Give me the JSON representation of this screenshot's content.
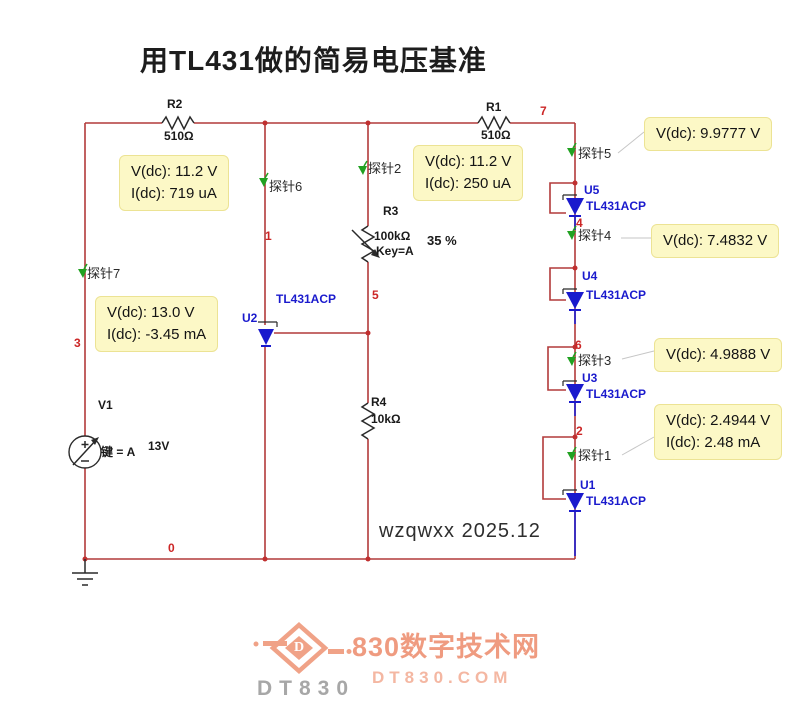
{
  "title": "用TL431做的简易电压基准",
  "signature": "wzqwxx  2025.12",
  "components": {
    "r2": {
      "ref": "R2",
      "value": "510Ω"
    },
    "r1": {
      "ref": "R1",
      "value": "510Ω"
    },
    "r3": {
      "ref": "R3",
      "value": "100kΩ",
      "key": "Key=A",
      "percent": "35 %"
    },
    "r4": {
      "ref": "R4",
      "value": "10kΩ"
    },
    "v1": {
      "ref": "V1",
      "key": "键 = A",
      "value": "13V"
    },
    "u1": {
      "ref": "U1",
      "part": "TL431ACP"
    },
    "u2": {
      "ref": "U2",
      "part": "TL431ACP"
    },
    "u3": {
      "ref": "U3",
      "part": "TL431ACP"
    },
    "u4": {
      "ref": "U4",
      "part": "TL431ACP"
    },
    "u5": {
      "ref": "U5",
      "part": "TL431ACP"
    }
  },
  "nets": {
    "n0": "0",
    "n1": "1",
    "n2": "2",
    "n3": "3",
    "n4": "4",
    "n5": "5",
    "n6": "6",
    "n7": "7"
  },
  "probes": {
    "p1": "探针1",
    "p2": "探针2",
    "p3": "探针3",
    "p4": "探针4",
    "p5": "探针5",
    "p6": "探针6",
    "p7": "探针7"
  },
  "readouts": {
    "probe6_box": {
      "line1": "V(dc): 11.2 V",
      "line2": "I(dc): 719 uA"
    },
    "probe2_box": {
      "line1": "V(dc): 11.2 V",
      "line2": "I(dc): 250 uA"
    },
    "probe5_box": {
      "line1": "V(dc): 9.9777 V"
    },
    "probe7_box": {
      "line1": "V(dc): 13.0 V",
      "line2": "I(dc): -3.45 mA"
    },
    "probe4_box": {
      "line1": "V(dc): 7.4832 V"
    },
    "probe3_box": {
      "line1": "V(dc): 4.9888 V"
    },
    "probe1_box": {
      "line1": "V(dc): 2.4944 V",
      "line2": "I(dc): 2.48 mA"
    }
  },
  "colors": {
    "wire": "#b23a3a",
    "net_text": "#cc2626",
    "component_blue": "#1a1acd",
    "probe_green": "#21a121",
    "readout_bg": "#fcf8c6",
    "brand_salmon": "#ef9b80"
  },
  "footer": {
    "logo_letter": "D",
    "brand_cn": "830数字技术网",
    "brand_url": "DT830.COM",
    "brand_name": "DT830"
  }
}
